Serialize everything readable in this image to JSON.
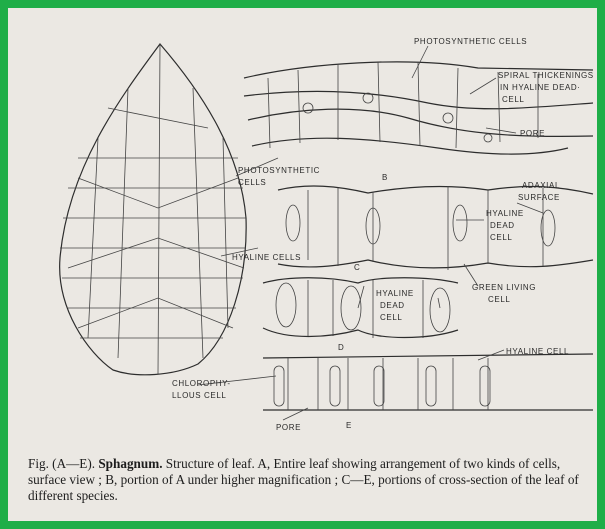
{
  "figure": {
    "labels": {
      "photosynthetic_cells_top": "PHOTOSYNTHETIC CELLS",
      "spiral_1": "SPIRAL THICKENINGS",
      "spiral_2": "IN HYALINE DEAD·",
      "spiral_3": "CELL",
      "pore_b": "PORE",
      "b": "B",
      "photosynthetic_left_1": "PHOTOSYNTHETIC",
      "photosynthetic_left_2": "CELLS",
      "adaxial_1": "ADAXIAL",
      "adaxial_2": "SURFACE",
      "hyaline_c_1": "HYALINE",
      "hyaline_c_2": "DEAD",
      "hyaline_c_3": "CELL",
      "hyaline_cells": "HYALINE CELLS",
      "c": "C",
      "green_living_1": "GREEN LIVING",
      "green_living_2": "CELL",
      "hyaline_d_1": "HYALINE",
      "hyaline_d_2": "DEAD",
      "hyaline_d_3": "CELL",
      "d": "D",
      "hyaline_cell_e": "HYALINE CELL",
      "chlorophyllous_1": "CHLOROPHY-",
      "chlorophyllous_2": "LLOUS CELL",
      "pore_e": "PORE",
      "e": "E"
    },
    "caption": {
      "prefix": "Fig. (A—E). ",
      "title": "Sphagnum.",
      "body": " Structure of leaf. A, Entire leaf showing arrangement of two kinds of cells, surface view ; B, portion of A under higher magnification ; C—E, portions of cross-section of the leaf of different species."
    }
  }
}
